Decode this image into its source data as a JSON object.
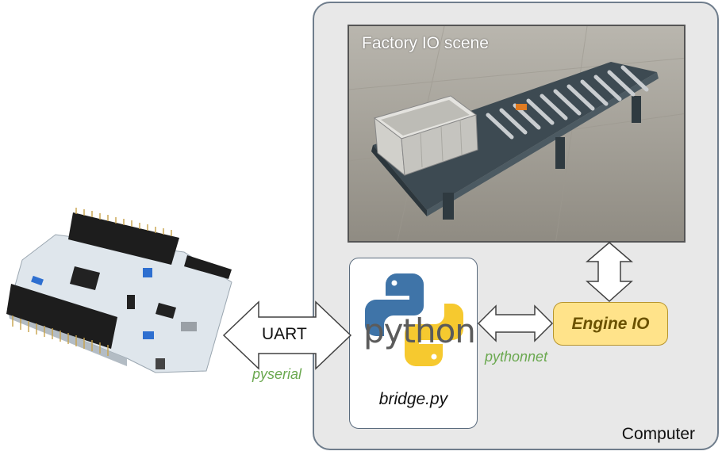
{
  "computer": {
    "label": "Computer"
  },
  "scene": {
    "title": "Factory IO scene"
  },
  "python_box": {
    "logo_text": "python",
    "filename": "bridge.py"
  },
  "engine": {
    "label": "Engine IO"
  },
  "links": {
    "uart": {
      "label": "UART",
      "library": "pyserial"
    },
    "engine_link": {
      "library": "pythonnet"
    }
  },
  "colors": {
    "library_label": "#6aa84f",
    "engine_fill": "#ffe38a",
    "frame_border": "#6f7d8c"
  }
}
